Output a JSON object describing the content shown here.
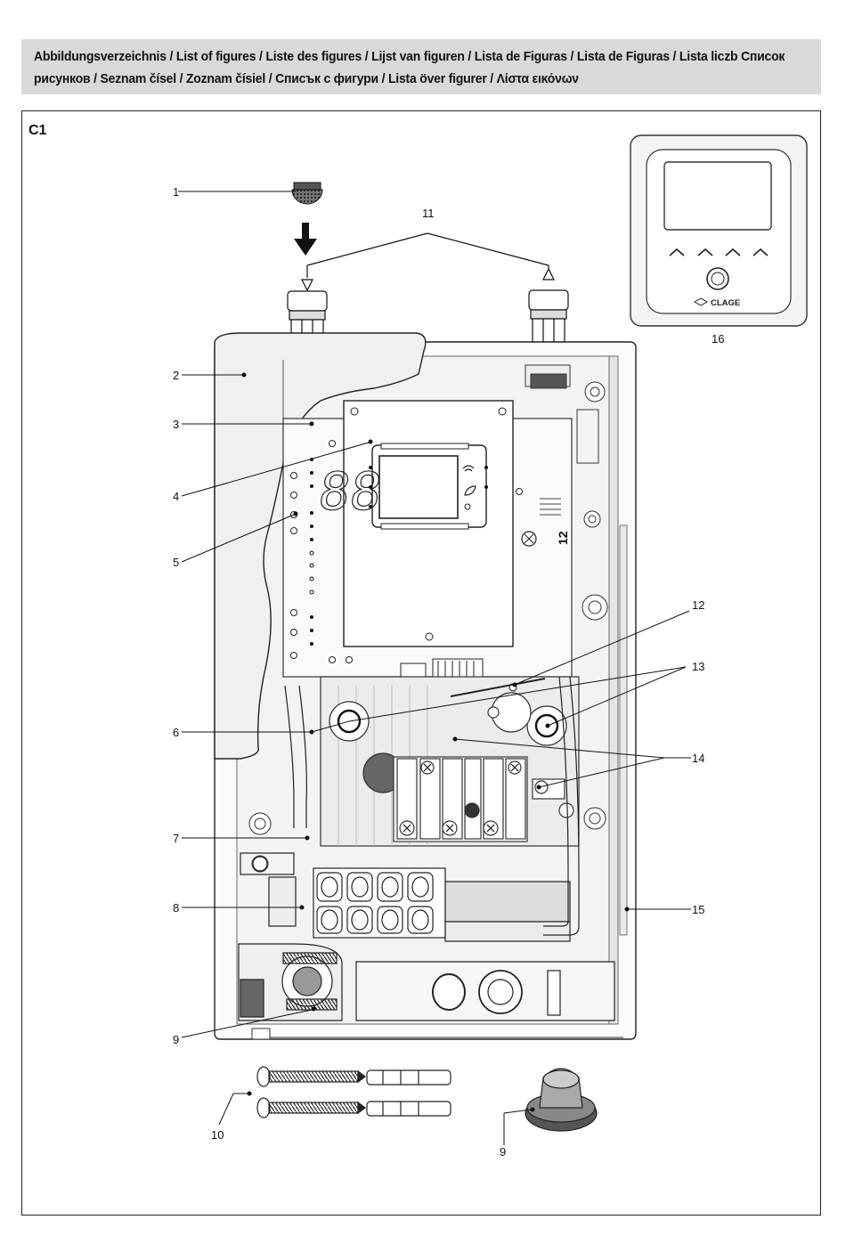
{
  "header": {
    "line1": "Abbildungsverzeichnis / List of figures / Liste des figures / Lijst van figuren / Lista de Figuras / Lista de Figuras / Lista liczb Список",
    "line2": "рисунков / Seznam čísel / Zoznam čísiel / Списък с фигури  / Lista över figurer / Λίστα εικόνων"
  },
  "figure": {
    "id": "C1",
    "callouts": [
      "1",
      "2",
      "3",
      "4",
      "5",
      "6",
      "7",
      "8",
      "9",
      "9",
      "10",
      "11",
      "12",
      "13",
      "14",
      "15",
      "16"
    ],
    "display_digits": "88",
    "board_marking": "12",
    "brand": "CLAGE"
  },
  "colors": {
    "header_bg": "#d9d9d9",
    "line": "#222222",
    "housing_fill": "#f2f2f2"
  }
}
